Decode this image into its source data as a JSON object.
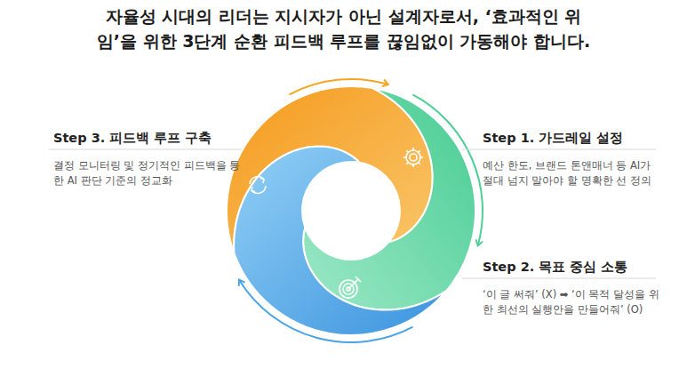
{
  "diagram": {
    "title": "자율성 시대의 리더는 지시자가 아닌 설계자로서, ‘효과적인 위임’을 위한 3단계 순환 피드백 루프를 끊임없이 가동해야 합니다.",
    "labels": [
      "Step 3. 피드백 루프 구축",
      "결정 모니터링 및 정기적인 피드백을 통한 AI 판단 기준의 정교화",
      "Step 1. 가드레일 설정",
      "예산 한도, 브랜드 톤앤매너 등 AI가 절대 넘지 말아야 할 명확한 선 정의",
      "Step 2. 목표 중심 소통",
      "‘이 글 써줘’ (X) ➡ ‘이 목적 달성을 위한 최선의 실행안을 만들어줘’ (O)"
    ]
  }
}
